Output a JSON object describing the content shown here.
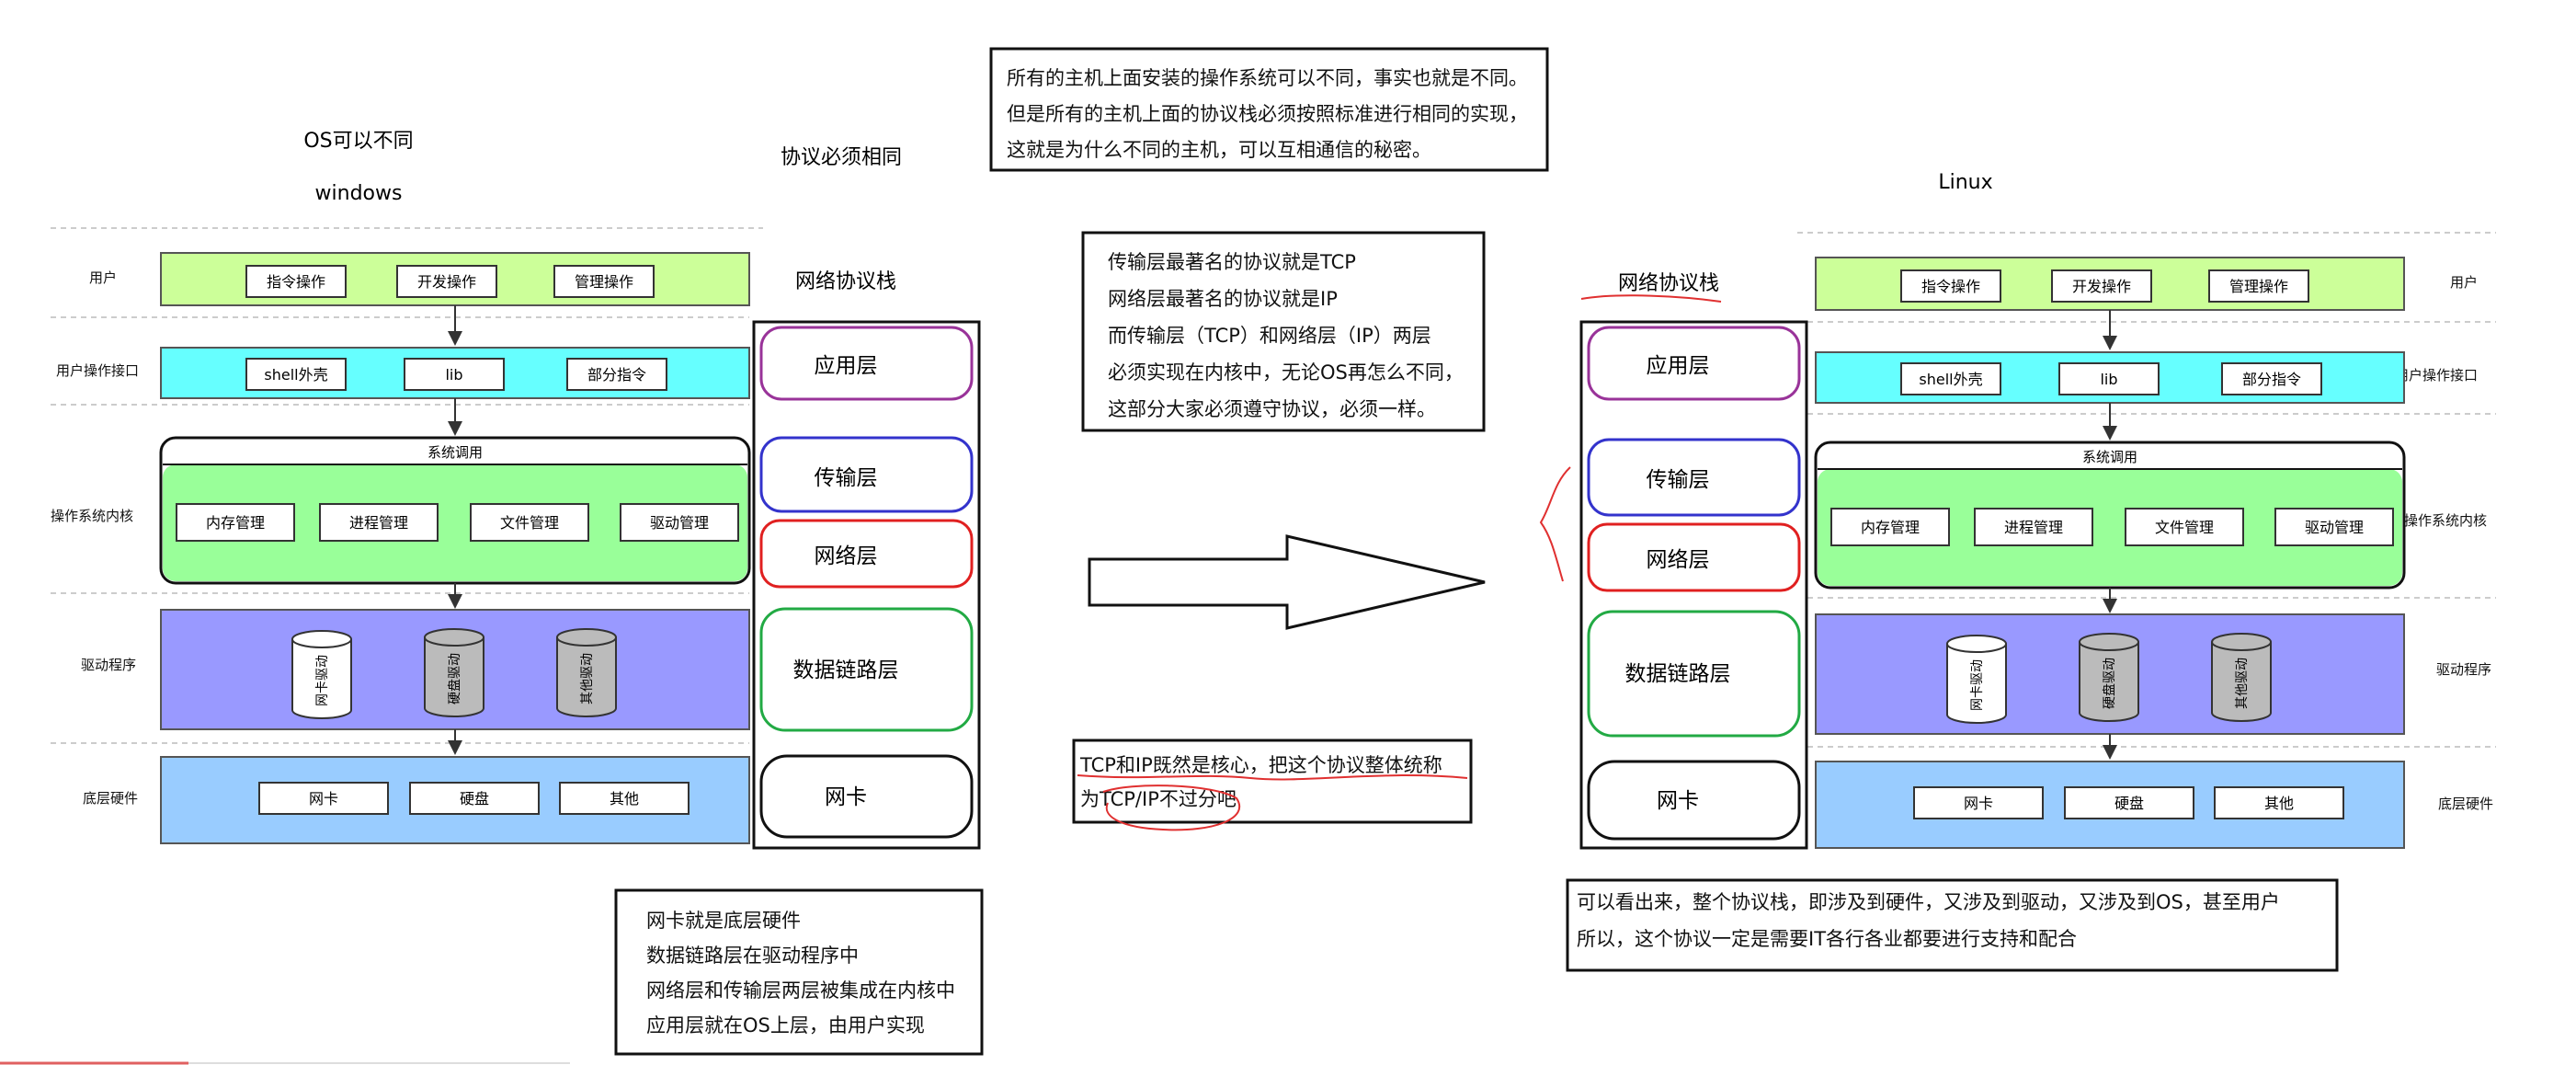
{
  "left": {
    "title_os": "OS可以不同",
    "title_windows": "windows",
    "title_protocol": "协议必须相同",
    "stack_title": "网络协议栈",
    "side_labels": [
      "用户",
      "用户操作接口",
      "操作系统内核",
      "驱动程序",
      "底层硬件"
    ],
    "user_items": [
      "指令操作",
      "开发操作",
      "管理操作"
    ],
    "api_items": [
      "shell外壳",
      "lib",
      "部分指令"
    ],
    "syscall": "系统调用",
    "kernel_items": [
      "内存管理",
      "进程管理",
      "文件管理",
      "驱动管理"
    ],
    "driver_items": [
      "网卡驱动",
      "硬盘驱动",
      "其他驱动"
    ],
    "hw_items": [
      "网卡",
      "硬盘",
      "其他"
    ],
    "layers": [
      "应用层",
      "传输层",
      "网络层",
      "数据链路层",
      "网卡"
    ]
  },
  "right": {
    "title_linux": "Linux",
    "stack_title": "网络协议栈",
    "side_labels": [
      "用户",
      "用户操作接口",
      "操作系统内核",
      "驱动程序",
      "底层硬件"
    ],
    "user_items": [
      "指令操作",
      "开发操作",
      "管理操作"
    ],
    "api_items": [
      "shell外壳",
      "lib",
      "部分指令"
    ],
    "syscall": "系统调用",
    "kernel_items": [
      "内存管理",
      "进程管理",
      "文件管理",
      "驱动管理"
    ],
    "driver_items": [
      "网卡驱动",
      "硬盘驱动",
      "其他驱动"
    ],
    "hw_items": [
      "网卡",
      "硬盘",
      "其他"
    ],
    "layers": [
      "应用层",
      "传输层",
      "网络层",
      "数据链路层",
      "网卡"
    ]
  },
  "notes": {
    "top": [
      "所有的主机上面安装的操作系统可以不同，事实也就是不同。",
      "但是所有的主机上面的协议栈必须按照标准进行相同的实现，",
      "这就是为什么不同的主机，可以互相通信的秘密。"
    ],
    "middle": [
      "传输层最著名的协议就是TCP",
      "网络层最著名的协议就是IP",
      "而传输层（TCP）和网络层（IP）两层",
      "必须实现在内核中，无论OS再怎么不同，",
      "这部分大家必须遵守协议，必须一样。"
    ],
    "tcpip": [
      "TCP和IP既然是核心，把这个协议整体统称",
      "为TCP/IP不过分吧"
    ],
    "bottom_left": [
      "网卡就是底层硬件",
      "数据链路层在驱动程序中",
      "网络层和传输层两层被集成在内核中",
      "应用层就在OS上层，由用户实现"
    ],
    "bottom_right": [
      "可以看出来，整个协议栈，即涉及到硬件，又涉及到驱动，又涉及到OS，甚至用户",
      "所以，这个协议一定是需要IT各行各业都要进行支持和配合"
    ]
  },
  "colors": {
    "user_band": "#ccff99",
    "api_band": "#66ffff",
    "kernel_band": "#99ff99",
    "driver_band": "#9999ff",
    "hw_band": "#99ccff",
    "app_layer": "#993399",
    "transport_layer": "#3333cc",
    "network_layer": "#e02020",
    "datalink_layer": "#22aa44",
    "nic_layer": "#111111",
    "red_ink": "#e03030"
  }
}
